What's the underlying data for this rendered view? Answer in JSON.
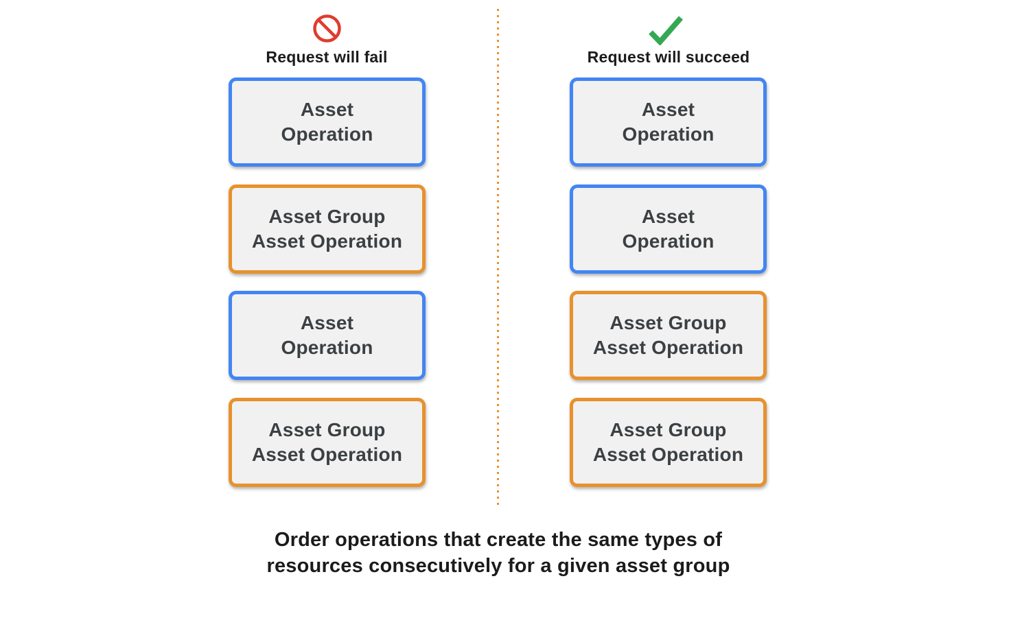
{
  "colors": {
    "blue": "#4285f4",
    "orange": "#e8912d",
    "green": "#34a853",
    "red": "#e03b2e",
    "box_fill": "#f1f1f1",
    "box_text": "#3c4043",
    "divider_orange": "#e8912d"
  },
  "columns": [
    {
      "id": "fail",
      "icon": "prohibition-icon",
      "title": "Request will fail",
      "boxes": [
        {
          "line1": "Asset",
          "line2": "Operation",
          "variant": "blue"
        },
        {
          "line1": "Asset Group",
          "line2": "Asset Operation",
          "variant": "orange"
        },
        {
          "line1": "Asset",
          "line2": "Operation",
          "variant": "blue"
        },
        {
          "line1": "Asset Group",
          "line2": "Asset Operation",
          "variant": "orange"
        }
      ]
    },
    {
      "id": "succeed",
      "icon": "check-icon",
      "title": "Request will succeed",
      "boxes": [
        {
          "line1": "Asset",
          "line2": "Operation",
          "variant": "blue"
        },
        {
          "line1": "Asset",
          "line2": "Operation",
          "variant": "blue"
        },
        {
          "line1": "Asset Group",
          "line2": "Asset Operation",
          "variant": "orange"
        },
        {
          "line1": "Asset Group",
          "line2": "Asset Operation",
          "variant": "orange"
        }
      ]
    }
  ],
  "caption": {
    "line1": "Order operations that create the same types of",
    "line2": "resources consecutively for a given asset group"
  }
}
